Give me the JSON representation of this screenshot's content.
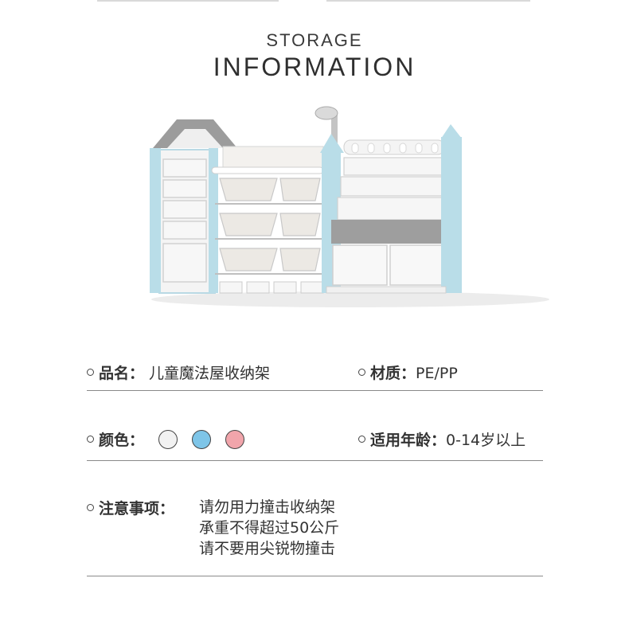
{
  "header": {
    "title_line1": "STORAGE",
    "title_line2": "INFORMATION"
  },
  "info": {
    "name_label": "品名：",
    "name_value": "儿童魔法屋收纳架",
    "material_label": "材质：",
    "material_value": "PE/PP",
    "color_label": "颜色：",
    "colors": [
      "#f2f2f2",
      "#7ec5e8",
      "#f1a5ab"
    ],
    "age_label": "适用年龄：",
    "age_value": "0-14岁以上",
    "notes_label": "注意事项：",
    "notes": [
      "请勿用力撞击收纳架",
      "承重不得超过50公斤",
      "请不要用尖锐物撞击"
    ]
  }
}
